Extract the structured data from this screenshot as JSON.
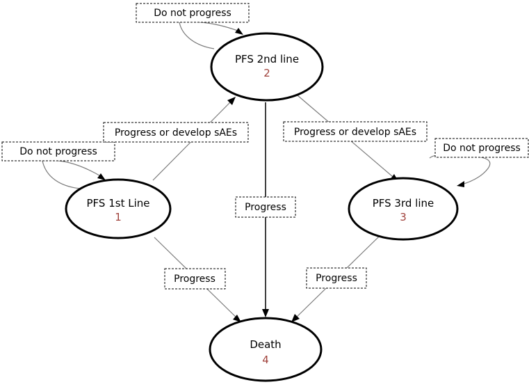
{
  "nodes": {
    "pfs1": {
      "name": "PFS 1st Line",
      "number": "1"
    },
    "pfs2": {
      "name": "PFS 2nd line",
      "number": "2"
    },
    "pfs3": {
      "name": "PFS 3rd line",
      "number": "3"
    },
    "death": {
      "name": "Death",
      "number": "4"
    }
  },
  "edges": {
    "loop_pfs2": "Do not progress",
    "loop_pfs1": "Do not progress",
    "loop_pfs3": "Do not progress",
    "pfs1_to_pfs2": "Progress or develop sAEs",
    "pfs2_to_pfs3": "Progress or develop sAEs",
    "pfs2_to_death": "Progress",
    "pfs1_to_death": "Progress",
    "pfs3_to_death": "Progress"
  },
  "colors": {
    "node_number": "#a0413b",
    "node_outline": "#000000",
    "edge_line": "#7a7a7a"
  }
}
